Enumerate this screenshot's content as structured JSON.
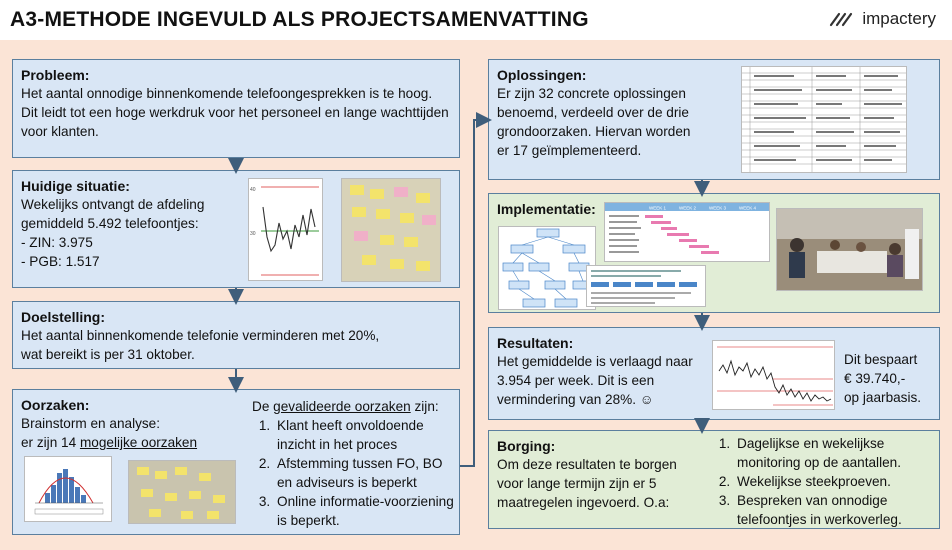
{
  "header": {
    "title": "A3-METHODE INGEVULD ALS PROJECTSAMENVATTING",
    "logo_text": "impactery"
  },
  "colors": {
    "canvas": "#fbe4d6",
    "blue_box": "#d9e6f5",
    "green_box": "#e1edd6",
    "arrow": "#3f5e7b"
  },
  "probleem": {
    "heading": "Probleem:",
    "text": "Het aantal onnodige binnenkomende telefoongesprekken is te hoog. Dit leidt tot een hoge werkdruk voor het personeel en lange wachttijden voor klanten."
  },
  "huidige": {
    "heading": "Huidige situatie:",
    "line1": "Wekelijks ontvangt de afdeling",
    "line2": "gemiddeld 5.492 telefoontjes:",
    "line3": "- ZIN: 3.975",
    "line4": "- PGB: 1.517"
  },
  "doelstelling": {
    "heading": "Doelstelling:",
    "line1": "Het aantal binnenkomende telefonie verminderen met 20%,",
    "line2": "wat bereikt is per 31 oktober."
  },
  "oorzaken": {
    "heading": "Oorzaken:",
    "line1": "Brainstorm en analyse:",
    "line2_prefix": "er zijn 14 ",
    "line2_underlined": "mogelijke oorzaken",
    "validated_prefix": "De ",
    "validated_underlined": "gevalideerde oorzaken",
    "validated_suffix": " zijn:",
    "items": [
      "Klant heeft onvoldoende inzicht in het proces",
      "Afstemming tussen FO, BO en adviseurs is beperkt",
      "Online informatie-voorziening is beperkt."
    ]
  },
  "oplossingen": {
    "heading": "Oplossingen:",
    "line1": "Er zijn 32 concrete oplossingen",
    "line2": "benoemd, verdeeld over de drie",
    "line3": "grondoorzaken. Hiervan worden",
    "line4": "er 17 geïmplementeerd."
  },
  "implementatie": {
    "heading": "Implementatie:",
    "weeks": [
      "WEEK 1",
      "WEEK 2",
      "WEEK 3",
      "WEEK 4"
    ]
  },
  "resultaten": {
    "heading": "Resultaten:",
    "line1": "Het gemiddelde is verlaagd naar",
    "line2": "3.954 per week. Dit is een",
    "line3": "vermindering van 28%. ☺",
    "right1": "Dit bespaart",
    "right2": "€ 39.740,-",
    "right3": "op jaarbasis."
  },
  "borging": {
    "heading": "Borging:",
    "line1": "Om deze resultaten te borgen",
    "line2": "voor lange termijn zijn er 5",
    "line3": "maatregelen ingevoerd. O.a:",
    "items": [
      "Dagelijkse en wekelijkse monitoring op de aantallen.",
      "Wekelijkse steekproeven.",
      "Bespreken van onnodige telefoontjes in werkoverleg."
    ]
  }
}
